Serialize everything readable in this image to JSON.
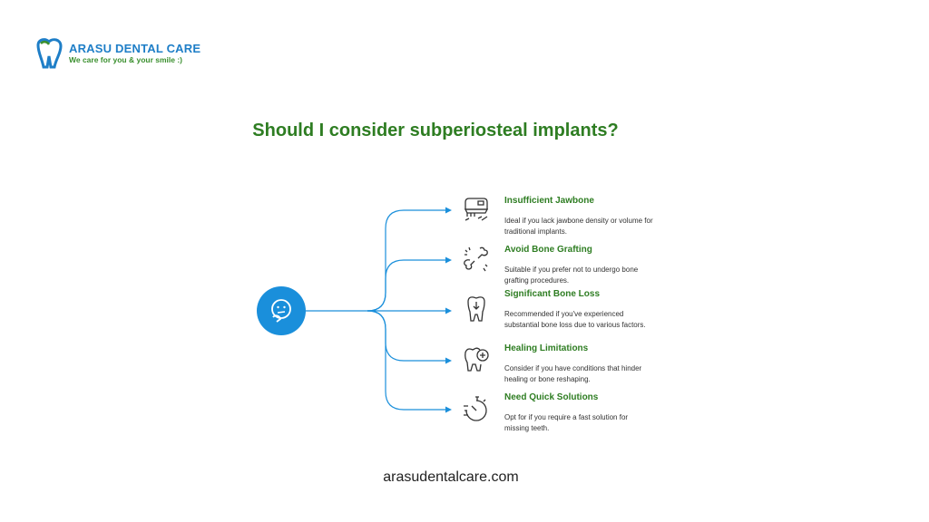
{
  "brand": {
    "name": "ARASU DENTAL CARE",
    "tagline": "We care for you & your smile :)"
  },
  "title": "Should I consider subperiosteal implants?",
  "hub": {
    "icon": "thinking-face-icon"
  },
  "options": [
    {
      "title": "Insufficient Jawbone",
      "description": "Ideal if you lack jawbone density or volume for traditional implants.",
      "icon": "jaw-scan-icon"
    },
    {
      "title": "Avoid Bone Grafting",
      "description": "Suitable if you prefer not to undergo bone grafting procedures.",
      "icon": "broken-bone-icon"
    },
    {
      "title": "Significant Bone Loss",
      "description": "Recommended if you've experienced substantial bone loss due to various factors.",
      "icon": "tooth-down-arrow-icon"
    },
    {
      "title": "Healing Limitations",
      "description": "Consider if you have conditions that hinder healing or bone reshaping.",
      "icon": "tooth-plus-icon"
    },
    {
      "title": "Need Quick Solutions",
      "description": "Opt for if you require a fast solution for missing teeth.",
      "icon": "stopwatch-icon"
    }
  ],
  "footer": "arasudentalcare.com",
  "colors": {
    "brand_blue": "#1a8fdb",
    "brand_green": "#2e7d22",
    "connector": "#1a8fdb"
  }
}
